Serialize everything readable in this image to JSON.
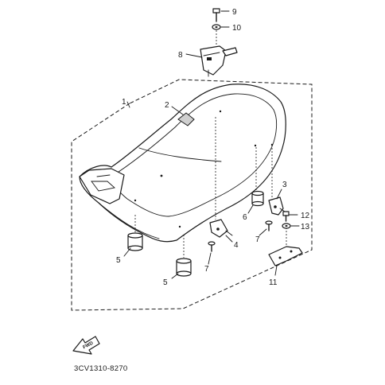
{
  "diagram": {
    "part_numbers": [
      {
        "id": "1",
        "label": "1"
      },
      {
        "id": "2",
        "label": "2"
      },
      {
        "id": "3",
        "label": "3"
      },
      {
        "id": "4",
        "label": "4"
      },
      {
        "id": "5a",
        "label": "5"
      },
      {
        "id": "5b",
        "label": "5"
      },
      {
        "id": "6",
        "label": "6"
      },
      {
        "id": "7a",
        "label": "7"
      },
      {
        "id": "7b",
        "label": "7"
      },
      {
        "id": "8",
        "label": "8"
      },
      {
        "id": "9",
        "label": "9"
      },
      {
        "id": "10",
        "label": "10"
      },
      {
        "id": "11",
        "label": "11"
      },
      {
        "id": "12",
        "label": "12"
      },
      {
        "id": "13",
        "label": "13"
      }
    ],
    "fwd_label": "FWD",
    "drawing_code": "3CV1310-8270"
  }
}
